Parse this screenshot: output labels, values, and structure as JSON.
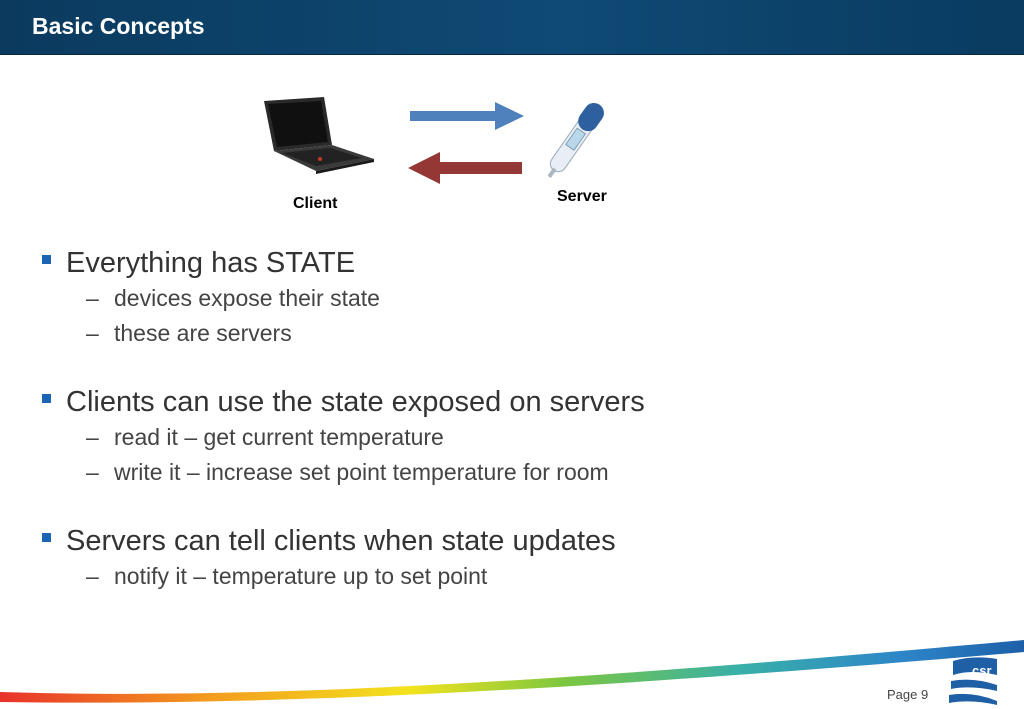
{
  "header": {
    "title": "Basic Concepts"
  },
  "diagram": {
    "client_label": "Client",
    "server_label": "Server"
  },
  "bullets": [
    {
      "text": "Everything has STATE",
      "subs": [
        "devices expose their state",
        "these are servers"
      ]
    },
    {
      "text": "Clients can use the state exposed on servers",
      "subs": [
        "read it – get current temperature",
        "write it – increase set point temperature for room"
      ]
    },
    {
      "text": "Servers can tell clients when state updates",
      "subs": [
        "notify it – temperature up to set point"
      ]
    }
  ],
  "footer": {
    "page": "Page 9",
    "logo_text": "csr"
  },
  "colors": {
    "title_bar": "#0e4a75",
    "bullet": "#1c64b4",
    "arrow_right": "#4f81bd",
    "arrow_left": "#953735"
  },
  "icons": [
    "laptop-icon",
    "thermometer-icon",
    "arrow-right-icon",
    "arrow-left-icon",
    "csr-logo-icon"
  ]
}
